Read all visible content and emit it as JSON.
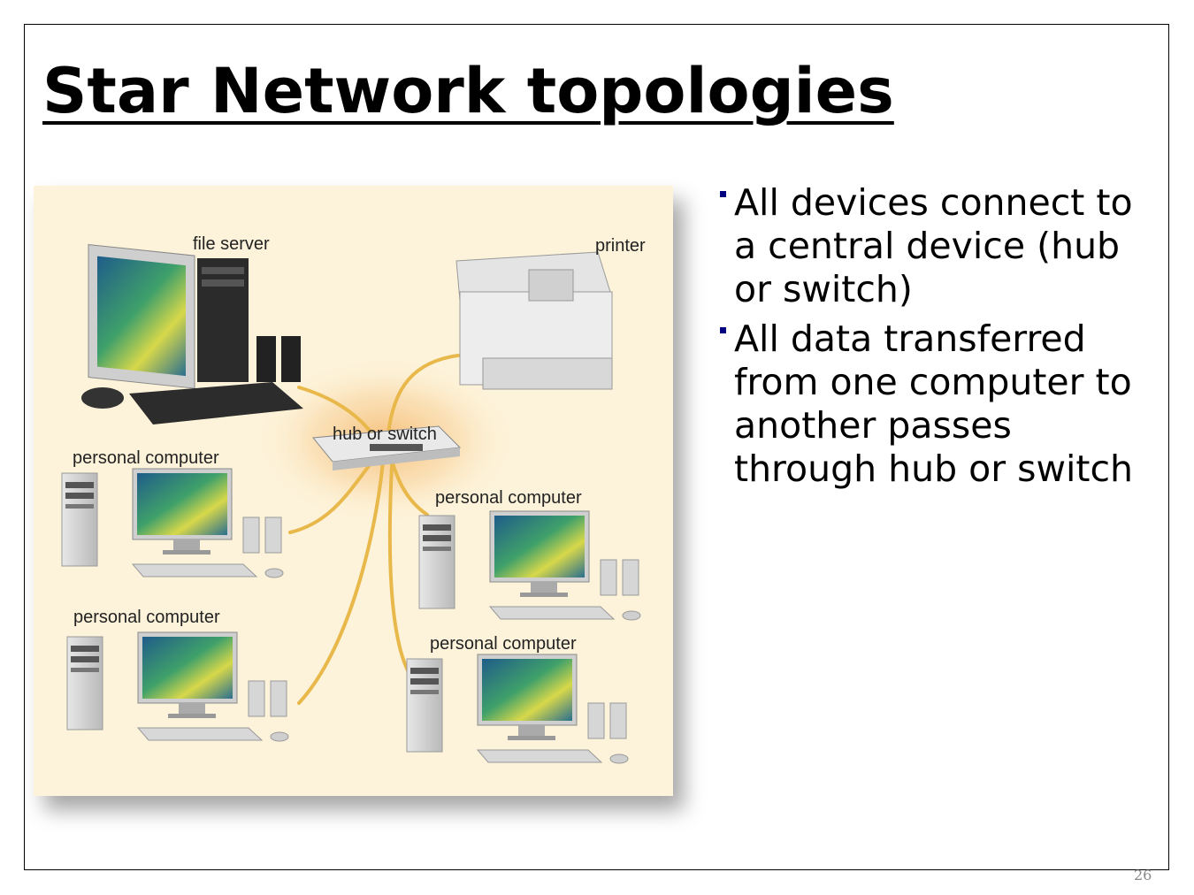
{
  "slide": {
    "title": "Star Network topologies",
    "page_number": "26"
  },
  "figure": {
    "labels": {
      "file_server": "file server",
      "printer": "printer",
      "hub": "hub or switch",
      "pc_left_1": "personal computer",
      "pc_left_2": "personal computer",
      "pc_right_1": "personal computer",
      "pc_right_2": "personal computer"
    },
    "colors": {
      "background": "#fdf3da",
      "cable": "#e8b84a",
      "glow": "#f5b970"
    }
  },
  "bullets": [
    "All devices connect to a central device (hub or switch)",
    "All data transferred from one computer to another passes through hub or switch"
  ]
}
